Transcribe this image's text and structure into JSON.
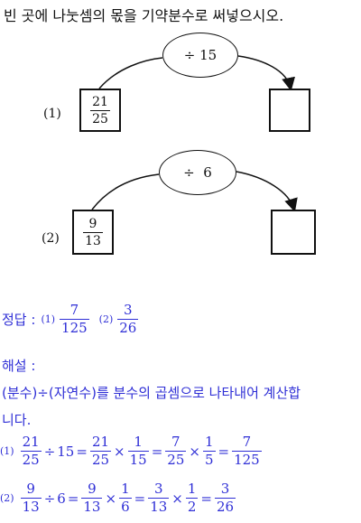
{
  "question": "빈 곳에 나눗셈의 몫을 기약분수로 써넣으시오.",
  "problems": [
    {
      "label": "(1)",
      "operator": "÷ 15",
      "start": {
        "numerator": "21",
        "denominator": "25"
      }
    },
    {
      "label": "(2)",
      "operator": "÷  6",
      "start": {
        "numerator": "9",
        "denominator": "13"
      }
    }
  ],
  "answer": {
    "title": "정답 :",
    "items": [
      {
        "label": "(1)",
        "numerator": "7",
        "denominator": "125"
      },
      {
        "label": "(2)",
        "numerator": "3",
        "denominator": "26"
      }
    ]
  },
  "explanation": {
    "title": "해설 :",
    "line1": "(분수)÷(자연수)를 분수의 곱셈으로 나타내어 계산합",
    "line2": "니다.",
    "eq1": {
      "label": "(1)",
      "f1": {
        "n": "21",
        "d": "25"
      },
      "div": "÷",
      "whole": "15",
      "eq": "=",
      "f2": {
        "n": "21",
        "d": "25"
      },
      "times": "×",
      "f3": {
        "n": "1",
        "d": "15"
      },
      "f4": {
        "n": "7",
        "d": "25"
      },
      "f5": {
        "n": "1",
        "d": "5"
      },
      "f6": {
        "n": "7",
        "d": "125"
      }
    },
    "eq2": {
      "label": "(2)",
      "f1": {
        "n": "9",
        "d": "13"
      },
      "div": "÷",
      "whole": "6",
      "eq": "=",
      "f2": {
        "n": "9",
        "d": "13"
      },
      "times": "×",
      "f3": {
        "n": "1",
        "d": "6"
      },
      "f4": {
        "n": "3",
        "d": "13"
      },
      "f5": {
        "n": "1",
        "d": "2"
      },
      "f6": {
        "n": "3",
        "d": "26"
      }
    }
  },
  "colors": {
    "answer": "#2f2fd6",
    "ink": "#111111"
  }
}
